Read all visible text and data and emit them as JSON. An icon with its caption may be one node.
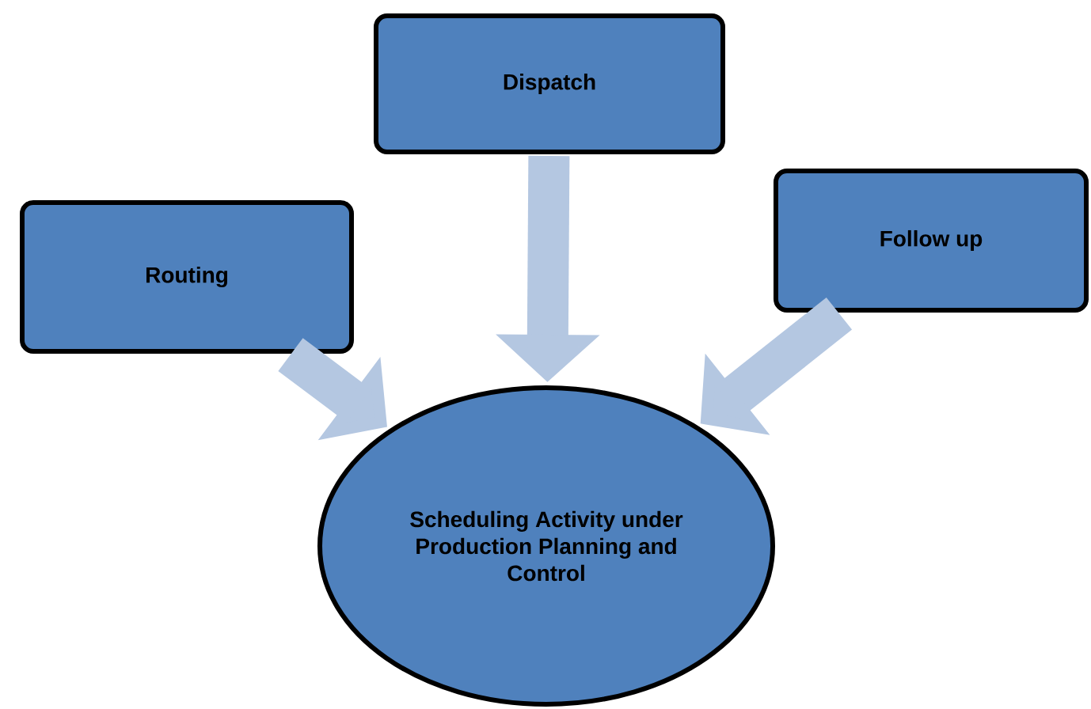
{
  "diagram": {
    "nodes": [
      {
        "text": [
          "Routing"
        ]
      },
      {
        "text": [
          "Dispatch"
        ]
      },
      {
        "text": [
          "Follow up"
        ]
      },
      {
        "text": [
          "Scheduling Activity under Production Planning and Control"
        ]
      }
    ],
    "edges": [
      {
        "from": 0,
        "to": 3,
        "arrow": "to"
      },
      {
        "from": 1,
        "to": 3,
        "arrow": "to"
      },
      {
        "from": 2,
        "to": 3,
        "arrow": "to"
      }
    ]
  }
}
